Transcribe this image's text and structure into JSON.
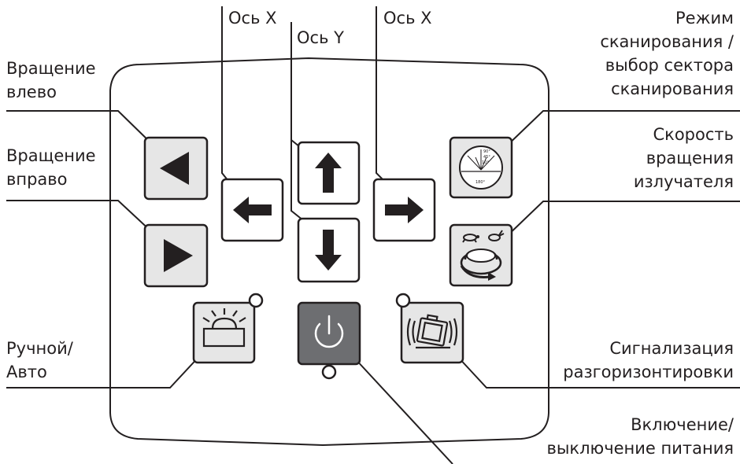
{
  "colors": {
    "stroke": "#231f20",
    "key_fill": "#e6e6e6",
    "power_fill": "#6d6e71",
    "icon_fill": "#231f20",
    "power_icon": "#ffffff"
  },
  "labels": {
    "axis_x_left": "Ось X",
    "axis_y": "Ось Y",
    "axis_x_right": "Ось X",
    "rotate_left": [
      "Вращение",
      "влево"
    ],
    "rotate_right": [
      "Вращение",
      "вправо"
    ],
    "scan_mode": [
      "Режим",
      "сканирования /",
      "выбор сектора",
      "сканирования"
    ],
    "rotation_speed": [
      "Скорость",
      "вращения",
      "излучателя"
    ],
    "manual_auto": [
      "Ручной/",
      "Авто"
    ],
    "tilt_alarm": [
      "Сигнализация",
      "разгоризонтировки"
    ],
    "power": [
      "Включение/",
      "выключение питания"
    ]
  },
  "keys": [
    {
      "id": "rotate-left-button",
      "icon": "triangle-left-icon"
    },
    {
      "id": "rotate-right-button",
      "icon": "triangle-right-icon"
    },
    {
      "id": "x-left-button",
      "icon": "arrow-left-icon"
    },
    {
      "id": "y-up-button",
      "icon": "arrow-up-icon"
    },
    {
      "id": "y-down-button",
      "icon": "arrow-down-icon"
    },
    {
      "id": "x-right-button",
      "icon": "arrow-right-icon"
    },
    {
      "id": "scan-mode-button",
      "icon": "scan-sector-icon"
    },
    {
      "id": "rotation-speed-button",
      "icon": "rotation-speed-icon"
    },
    {
      "id": "manual-auto-button",
      "icon": "laser-beacon-icon"
    },
    {
      "id": "power-button",
      "icon": "power-icon"
    },
    {
      "id": "tilt-alarm-button",
      "icon": "tilt-alarm-icon"
    }
  ],
  "scan_icon_text": {
    "a90": "90°",
    "a45": "45°",
    "a10": "10°",
    "a180": "180°"
  }
}
